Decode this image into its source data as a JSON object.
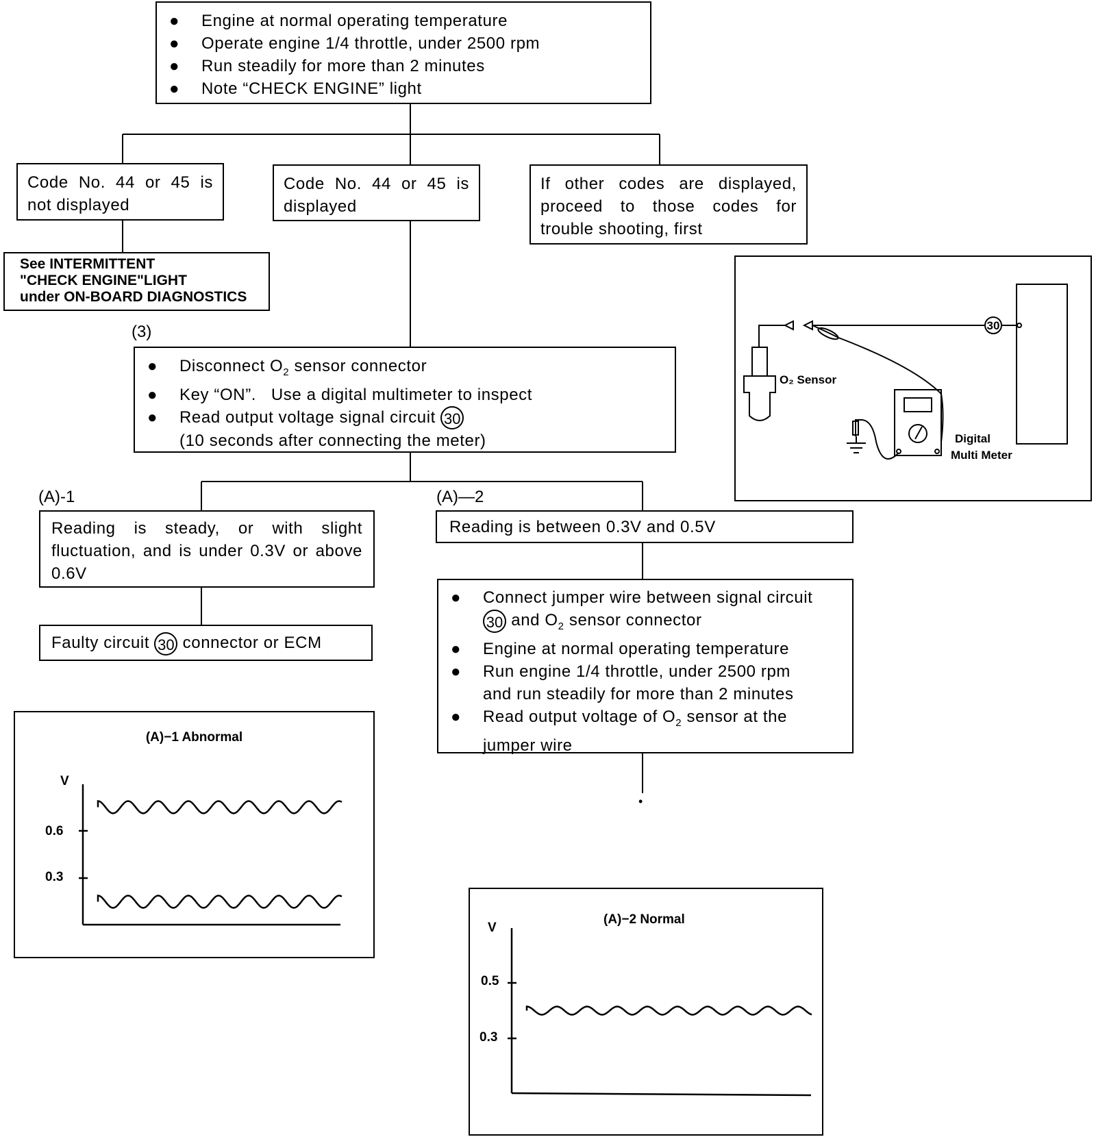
{
  "start_box": {
    "bullets": [
      "Engine at normal operating temperature",
      "Operate engine 1/4 throttle, under 2500 rpm",
      "Run steadily for more than 2 minutes",
      "Note “CHECK ENGINE” light"
    ]
  },
  "branch_not_displayed": "Code No. 44 or 45 is not displayed",
  "branch_displayed": "Code No. 44 or 45 is displayed",
  "branch_other": "If other codes are displayed, proceed to those codes for trouble shooting, first",
  "see_box": {
    "line1": "See INTERMITTENT",
    "line2": "\"CHECK ENGINE\"LIGHT",
    "line3": "under ON-BOARD DIAGNOSTICS"
  },
  "step3": {
    "label": "(3)",
    "bullet1_pre": "Disconnect O",
    "bullet1_sub": "2",
    "bullet1_post": " sensor connector",
    "bullet2": "Key “ON”.   Use a digital multimeter to inspect",
    "bullet3": "Read output voltage signal circuit",
    "circuit_no": "30",
    "bullet3_cont": "(10 seconds after connecting the meter)"
  },
  "a1": {
    "label": "(A)-1",
    "text": "Reading is steady, or with slight fluctuation, and is under 0.3V or above 0.6V",
    "faulty_pre": "Faulty circuit",
    "faulty_circuit": "30",
    "faulty_post": "connector or ECM"
  },
  "a2": {
    "label": "(A)—2",
    "text": "Reading is between 0.3V and 0.5V",
    "b1_pre": "Connect jumper wire between signal circuit",
    "b1_circuit": "30",
    "b1_mid": " and O",
    "b1_sub": "2",
    "b1_post": " sensor connector",
    "b2": "Engine at normal operating temperature",
    "b3a": "Run engine 1/4 throttle, under 2500 rpm",
    "b3b": "and run steadily for more than 2 minutes",
    "b4a_pre": "Read output voltage of O",
    "b4a_sub": "2",
    "b4a_post": " sensor at the",
    "b4b": "jumper wire",
    "continues_mark": "•"
  },
  "bullet_glyph": "●",
  "wiring": {
    "sensor_label": "O₂ Sensor",
    "circuit_no": "30",
    "meter_label_1": "Digital",
    "meter_label_2": "Multi Meter"
  },
  "chart_data": [
    {
      "type": "line",
      "title": "(A)−1  Abnormal",
      "ylabel": "V",
      "yticks": [
        0.6,
        0.3
      ],
      "series": [
        {
          "level": 0.75,
          "pattern": "slight fluctuation"
        },
        {
          "level": 0.15,
          "pattern": "slight fluctuation"
        }
      ]
    },
    {
      "type": "line",
      "title": "(A)−2  Normal",
      "ylabel": "V",
      "yticks": [
        0.5,
        0.3
      ],
      "series": [
        {
          "level": 0.4,
          "pattern": "slight fluctuation"
        }
      ]
    }
  ]
}
